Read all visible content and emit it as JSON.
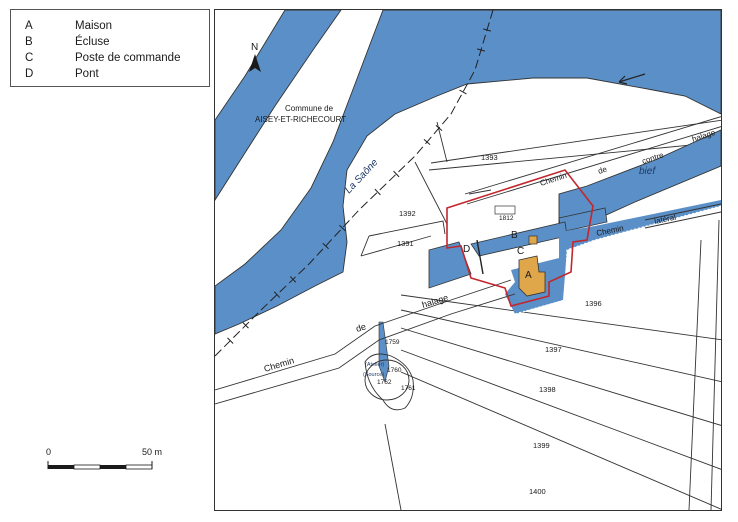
{
  "legend": [
    {
      "key": "A",
      "label": "Maison"
    },
    {
      "key": "B",
      "label": "Écluse"
    },
    {
      "key": "C",
      "label": "Poste de commande"
    },
    {
      "key": "D",
      "label": "Pont"
    }
  ],
  "map": {
    "north": "N",
    "commune_line1": "Commune de",
    "commune_line2": "AISEY-ET-RICHECOURT",
    "river_name": "La Saône",
    "canal_label": "bief",
    "letters": {
      "a": "A",
      "b": "B",
      "c": "C",
      "d": "D"
    },
    "road_words": {
      "chemin_top": "Chemin",
      "de_top": "de",
      "contre_top": "contre",
      "halage_top": "halage",
      "chemin_right": "Chemin",
      "lateral_right": "latéral",
      "chemin_bottom": "Chemin",
      "de_bottom": "de",
      "halage_bottom": "halage"
    },
    "parcels": [
      "1393",
      "1392",
      "1391",
      "1812",
      "1396",
      "1397",
      "1398",
      "1399",
      "1400",
      "1759",
      "1760",
      "1761",
      "1762"
    ],
    "source_line1": "(Atelier)",
    "source_line2": "(Source)",
    "colors": {
      "water": "#5b8fc7",
      "house": "#e0a64a",
      "perimeter": "#c1272d",
      "lines": "#333333"
    }
  },
  "scale": {
    "start": "0",
    "end": "50 m"
  }
}
